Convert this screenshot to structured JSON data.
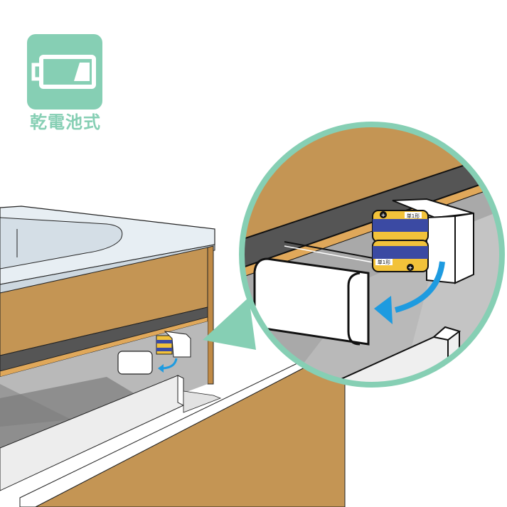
{
  "badge": {
    "icon": "battery-low-icon",
    "label": "乾電池式",
    "color": "#86cfb4"
  },
  "illustration": {
    "subject": "vanity-cabinet-drawer-battery-sensor",
    "callout": {
      "shape": "circle",
      "border_color": "#86cfb4",
      "content": "battery-compartment-magnified"
    },
    "batteries": [
      {
        "label": "単1形",
        "polarity_mark": "+"
      },
      {
        "label": "単1形",
        "polarity_mark": "+"
      }
    ],
    "arrow": {
      "direction": "curved-left",
      "color": "#1e9be0",
      "meaning": "attach-cover"
    },
    "colors": {
      "wood": "#c49554",
      "wood_light": "#e0a85a",
      "dark_strip": "#555555",
      "interior_gray": "#b9b9b9",
      "interior_dark": "#8e8e8e",
      "countertop": "#e7eef3",
      "battery_yellow": "#f2c23a",
      "battery_blue": "#3b4aa3"
    }
  }
}
